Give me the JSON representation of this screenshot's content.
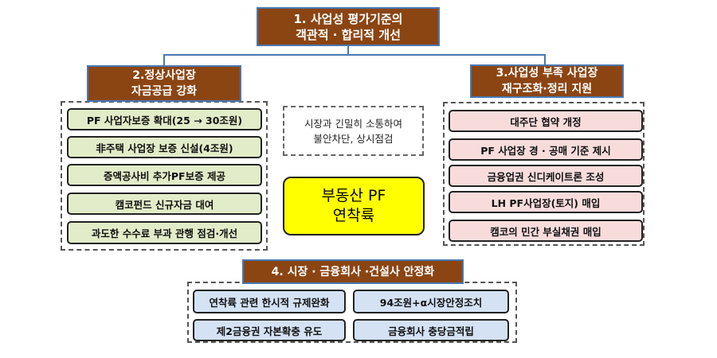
{
  "top": {
    "title": "1. 사업성 평가기준의\n객관적 · 합리적 개선"
  },
  "section2": {
    "title": "2.정상사업장\n자금공급 강화",
    "items": [
      "PF 사업자보증 확대(25 → 30조원)",
      "非주택 사업장 보증 신설(4조원)",
      "증액공사비 추가PF보증 제공",
      "캠코펀드 신규자금 대여",
      "과도한 수수료 부과 관행 점검·개선"
    ]
  },
  "section3": {
    "title": "3.사업성 부족 사업장\n재구조화·정리 지원",
    "items": [
      "대주단 협약 개정",
      "PF 사업장 경 · 공매 기준 제시",
      "금융업권 신디케이트론 조성",
      "LH PF사업장(토지) 매입",
      "캠코의 민간 부실채권 매입"
    ]
  },
  "center": {
    "note": "시장과 긴밀히 소통하여\n불안차단, 상시점검",
    "core": "부동산 PF\n연착륙"
  },
  "section4": {
    "title": "4. 시장 · 금융회사 ·건설사 안정화",
    "items": [
      "연착륙 관련 한시적 규제완화",
      "94조원+α시장안정조치",
      "제2금융권 자본확충 유도",
      "금융회사 충당금적립"
    ]
  },
  "colors": {
    "header": "#8b4513",
    "core": "#ffff00",
    "green": "#e2ecc8",
    "pink": "#f8dcdc",
    "blue": "#d4e2f4"
  }
}
